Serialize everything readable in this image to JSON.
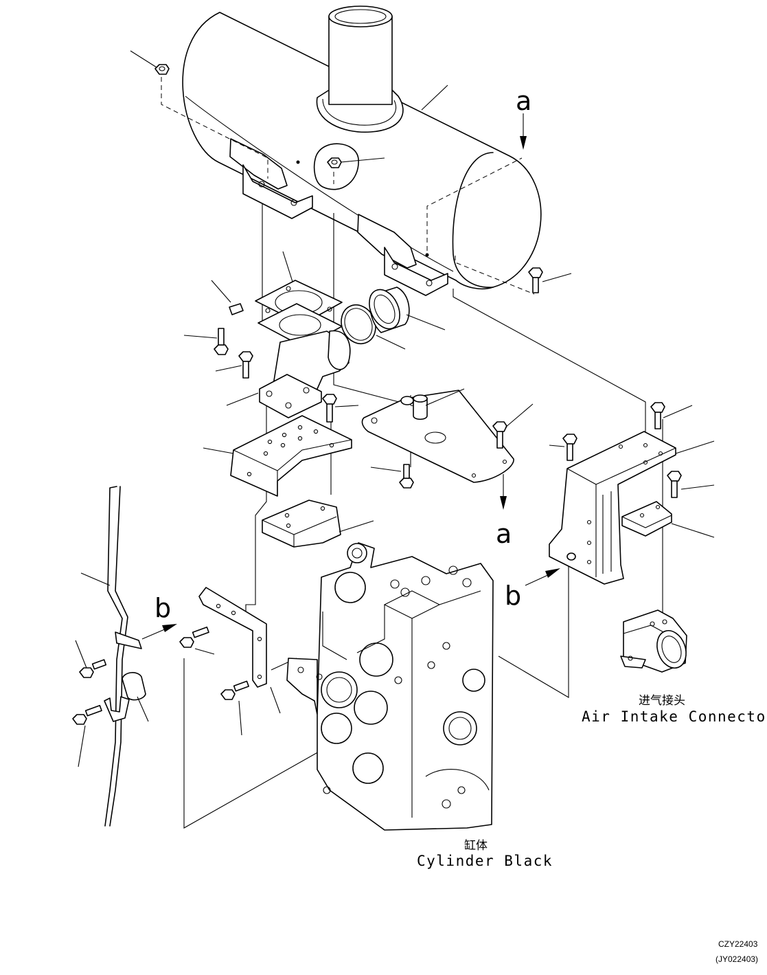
{
  "callouts": {
    "a_top": "a",
    "a_bottom": "a",
    "b_left": "b",
    "b_right": "b"
  },
  "captions": {
    "air_intake_cn": "进气接头",
    "air_intake_en": "Air Intake Connector",
    "cylinder_block_cn": "缸体",
    "cylinder_block_en": "Cylinder Black"
  },
  "drawing_codes": {
    "primary": "CZY22403",
    "secondary": "(JY022403)"
  },
  "icons": {
    "arrow": "arrow-icon",
    "bolt": "bolt-icon",
    "nut": "nut-icon"
  }
}
